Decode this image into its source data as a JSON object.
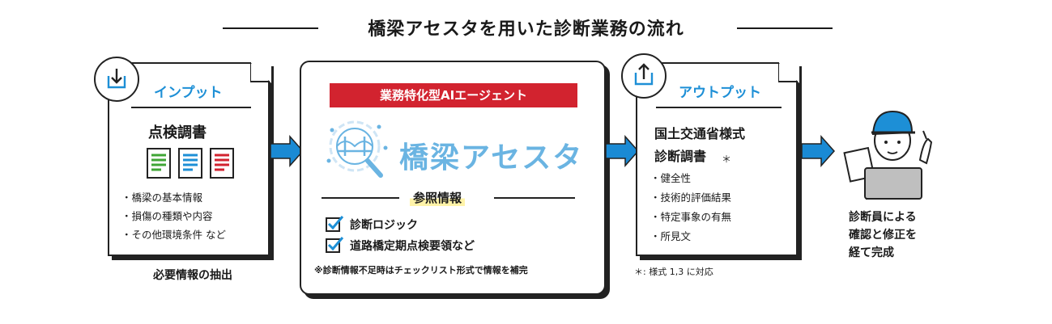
{
  "title": "橋梁アセスタを用いた診断業務の流れ",
  "input": {
    "header": "インプット",
    "doc_title": "点検調書",
    "items": [
      "橋梁の基本情報",
      "損傷の種類や内容",
      "その他環境条件  など"
    ],
    "caption": "必要情報の抽出"
  },
  "center": {
    "tag": "業務特化型AIエージェント",
    "brand": "橋梁アセスタ",
    "ref_title": "参照情報",
    "checks": [
      "診断ロジック",
      "道路橋定期点検要領など"
    ],
    "note": "※診断情報不足時はチェックリスト形式で情報を補完"
  },
  "output": {
    "header": "アウトプット",
    "doc_title_1": "国土交通省様式",
    "doc_title_2": "診断調書",
    "asterisk": "＊",
    "items": [
      "健全性",
      "技術的評価結果",
      "特定事象の有無",
      "所見文"
    ],
    "note": "＊: 様式 1,3 に対応"
  },
  "final": {
    "lines": [
      "診断員による",
      "確認と修正を",
      "経て完成"
    ]
  },
  "colors": {
    "accent_blue": "#1d8fd6",
    "arrow_blue": "#1a8ad4",
    "tag_red": "#d2232f",
    "doc_green": "#3fa535",
    "doc_blue": "#1d8fd6",
    "doc_red": "#d2232f"
  },
  "icons": {
    "input": "download-tray-icon",
    "output": "upload-tray-icon",
    "brand_logo": "bridge-magnifier-icon",
    "checkbox": "checkbox-checked-icon",
    "person": "inspector-laptop-icon"
  }
}
